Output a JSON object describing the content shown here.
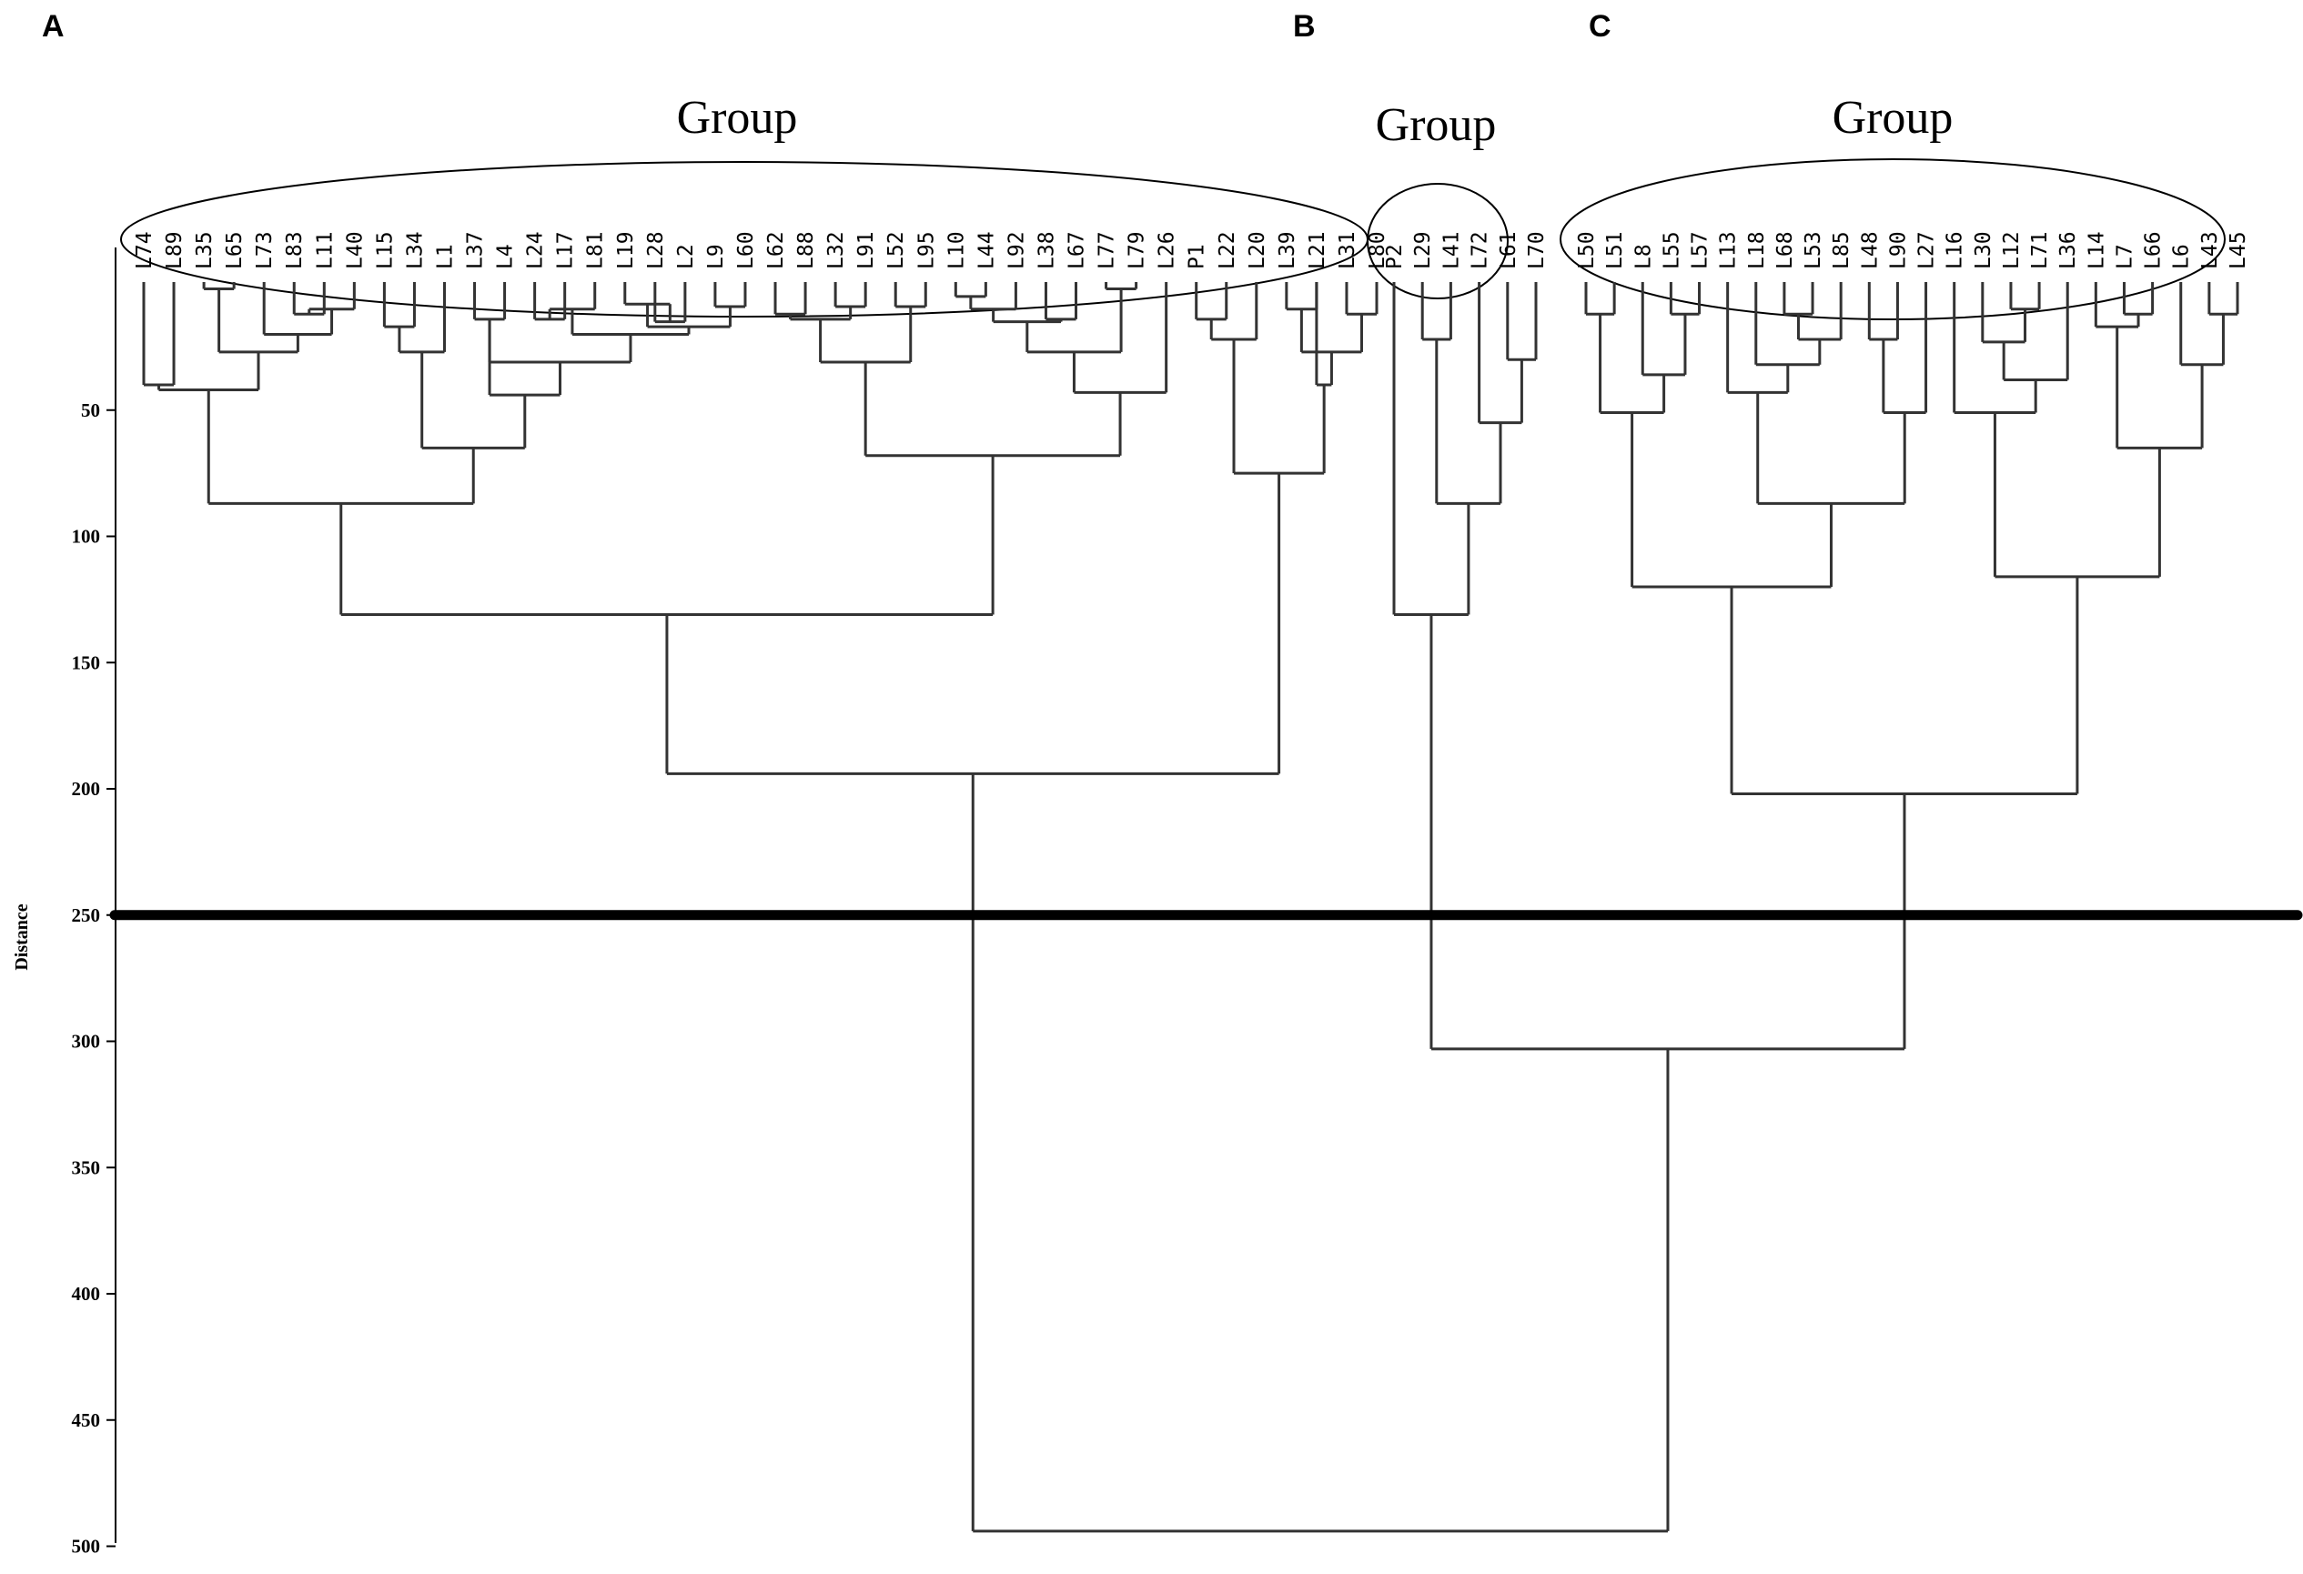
{
  "chart_data": {
    "type": "dendrogram",
    "panel_labels": [
      "A",
      "B",
      "C"
    ],
    "group_label": "Group",
    "ylabel": "Distance",
    "yticks": [
      50,
      100,
      150,
      200,
      250,
      300,
      350,
      400,
      450,
      500
    ],
    "ylim": [
      0,
      500
    ],
    "cutoff": 250,
    "panel_a_leaves": [
      "L74",
      "L89",
      "L35",
      "L65",
      "L73",
      "L83",
      "L11",
      "L40",
      "L15",
      "L34",
      "L1",
      "L37",
      "L4",
      "L24",
      "L17",
      "L81",
      "L19",
      "L28",
      "L2",
      "L9",
      "L60",
      "L62",
      "L88",
      "L32",
      "L91",
      "L52",
      "L95",
      "L10",
      "L44",
      "L92",
      "L38",
      "L67",
      "L77",
      "L79",
      "L26",
      "P1",
      "L22",
      "L20",
      "L39",
      "L21",
      "L31",
      "L80"
    ],
    "panel_b_leaves": [
      "P2",
      "L29",
      "L41",
      "L72",
      "L61",
      "L70"
    ],
    "panel_c_leaves": [
      "L50",
      "L51",
      "L8",
      "L55",
      "L57",
      "L13",
      "L18",
      "L68",
      "L53",
      "L85",
      "L48",
      "L90",
      "L27",
      "L16",
      "L30",
      "L12",
      "L71",
      "L36",
      "L14",
      "L7",
      "L66",
      "L6",
      "L43",
      "L45"
    ],
    "merges": [
      {
        "id": "a1",
        "children": [
          "L74",
          "L89"
        ],
        "distance": 40
      },
      {
        "id": "a2",
        "children": [
          "L35",
          "L65"
        ],
        "distance": 2
      },
      {
        "id": "a3",
        "children": [
          "L83",
          "L11"
        ],
        "distance": 12
      },
      {
        "id": "a4",
        "children": [
          "a3",
          "L40"
        ],
        "distance": 10
      },
      {
        "id": "a5",
        "children": [
          "L73",
          "a4"
        ],
        "distance": 20
      },
      {
        "id": "a6",
        "children": [
          "a2",
          "a5"
        ],
        "distance": 27
      },
      {
        "id": "a7",
        "children": [
          "a1",
          "a6"
        ],
        "distance": 42
      },
      {
        "id": "a8",
        "children": [
          "L15",
          "L34"
        ],
        "distance": 17
      },
      {
        "id": "a9",
        "children": [
          "a8",
          "L1"
        ],
        "distance": 27
      },
      {
        "id": "a10",
        "children": [
          "L37",
          "L4"
        ],
        "distance": 14
      },
      {
        "id": "a11",
        "children": [
          "L24",
          "L17"
        ],
        "distance": 14
      },
      {
        "id": "a12",
        "children": [
          "a11",
          "L81"
        ],
        "distance": 10
      },
      {
        "id": "a13",
        "children": [
          "L28",
          "L2"
        ],
        "distance": 15
      },
      {
        "id": "a14",
        "children": [
          "L19",
          "a13"
        ],
        "distance": 8
      },
      {
        "id": "a15",
        "children": [
          "L9",
          "L60"
        ],
        "distance": 9
      },
      {
        "id": "a16",
        "children": [
          "a14",
          "a15"
        ],
        "distance": 17
      },
      {
        "id": "a17",
        "children": [
          "a12",
          "a16"
        ],
        "distance": 20
      },
      {
        "id": "a18",
        "children": [
          "a17",
          "a10"
        ],
        "distance": 31
      },
      {
        "id": "a19",
        "children": [
          "a10",
          "a18"
        ],
        "distance": 44
      },
      {
        "id": "a20",
        "children": [
          "a9",
          "a19"
        ],
        "distance": 65
      },
      {
        "id": "a21",
        "children": [
          "a7",
          "a20"
        ],
        "distance": 87
      },
      {
        "id": "a22",
        "children": [
          "L62",
          "L88"
        ],
        "distance": 12
      },
      {
        "id": "a23",
        "children": [
          "L32",
          "L91"
        ],
        "distance": 9
      },
      {
        "id": "a24",
        "children": [
          "a22",
          "a23"
        ],
        "distance": 14
      },
      {
        "id": "a25",
        "children": [
          "L52",
          "L95"
        ],
        "distance": 9
      },
      {
        "id": "a26",
        "children": [
          "a24",
          "a25"
        ],
        "distance": 31
      },
      {
        "id": "a27",
        "children": [
          "L10",
          "L44"
        ],
        "distance": 5
      },
      {
        "id": "a28",
        "children": [
          "a27",
          "L92"
        ],
        "distance": 10
      },
      {
        "id": "a29",
        "children": [
          "L38",
          "L67"
        ],
        "distance": 14
      },
      {
        "id": "a30",
        "children": [
          "a28",
          "a29"
        ],
        "distance": 15
      },
      {
        "id": "a31",
        "children": [
          "L77",
          "L79"
        ],
        "distance": 2
      },
      {
        "id": "a32",
        "children": [
          "a30",
          "a31"
        ],
        "distance": 27
      },
      {
        "id": "a33",
        "children": [
          "a32",
          "L26"
        ],
        "distance": 43
      },
      {
        "id": "a34",
        "children": [
          "a26",
          "a33"
        ],
        "distance": 68
      },
      {
        "id": "a35",
        "children": [
          "a21",
          "a34"
        ],
        "distance": 131
      },
      {
        "id": "a36",
        "children": [
          "P1",
          "L22"
        ],
        "distance": 14
      },
      {
        "id": "a37",
        "children": [
          "a36",
          "L20"
        ],
        "distance": 22
      },
      {
        "id": "a38",
        "children": [
          "L39",
          "L21"
        ],
        "distance": 10
      },
      {
        "id": "a39",
        "children": [
          "L31",
          "L80"
        ],
        "distance": 12
      },
      {
        "id": "a40",
        "children": [
          "a38",
          "a39"
        ],
        "distance": 27
      },
      {
        "id": "a41",
        "children": [
          "a40",
          "L21"
        ],
        "distance": 40
      },
      {
        "id": "a42",
        "children": [
          "a37",
          "a41"
        ],
        "distance": 75
      },
      {
        "id": "A",
        "children": [
          "a35",
          "a42"
        ],
        "distance": 194
      },
      {
        "id": "b1",
        "children": [
          "L29",
          "L41"
        ],
        "distance": 22
      },
      {
        "id": "b2",
        "children": [
          "L61",
          "L70"
        ],
        "distance": 30
      },
      {
        "id": "b3",
        "children": [
          "L72",
          "b2"
        ],
        "distance": 55
      },
      {
        "id": "b4",
        "children": [
          "b1",
          "b3"
        ],
        "distance": 87
      },
      {
        "id": "B",
        "children": [
          "P2",
          "b4"
        ],
        "distance": 131
      },
      {
        "id": "c1",
        "children": [
          "L50",
          "L51"
        ],
        "distance": 12
      },
      {
        "id": "c2",
        "children": [
          "L55",
          "L57"
        ],
        "distance": 12
      },
      {
        "id": "c3",
        "children": [
          "L8",
          "c2"
        ],
        "distance": 36
      },
      {
        "id": "c4",
        "children": [
          "c1",
          "c3"
        ],
        "distance": 51
      },
      {
        "id": "c5",
        "children": [
          "L68",
          "L53"
        ],
        "distance": 12
      },
      {
        "id": "c6",
        "children": [
          "c5",
          "L85"
        ],
        "distance": 22
      },
      {
        "id": "c7",
        "children": [
          "L18",
          "c6"
        ],
        "distance": 32
      },
      {
        "id": "c8",
        "children": [
          "L13",
          "c7"
        ],
        "distance": 43
      },
      {
        "id": "c9",
        "children": [
          "L48",
          "L90"
        ],
        "distance": 22
      },
      {
        "id": "c10",
        "children": [
          "c9",
          "L27"
        ],
        "distance": 51
      },
      {
        "id": "c11",
        "children": [
          "c8",
          "c10"
        ],
        "distance": 87
      },
      {
        "id": "c12",
        "children": [
          "c4",
          "c11"
        ],
        "distance": 120
      },
      {
        "id": "c13",
        "children": [
          "L12",
          "L71"
        ],
        "distance": 10
      },
      {
        "id": "c14",
        "children": [
          "L30",
          "c13"
        ],
        "distance": 23
      },
      {
        "id": "c15",
        "children": [
          "c14",
          "L36"
        ],
        "distance": 38
      },
      {
        "id": "c16",
        "children": [
          "L16",
          "c15"
        ],
        "distance": 51
      },
      {
        "id": "c17",
        "children": [
          "L7",
          "L66"
        ],
        "distance": 12
      },
      {
        "id": "c18",
        "children": [
          "L14",
          "c17"
        ],
        "distance": 17
      },
      {
        "id": "c19",
        "children": [
          "L43",
          "L45"
        ],
        "distance": 12
      },
      {
        "id": "c20",
        "children": [
          "L6",
          "c19"
        ],
        "distance": 32
      },
      {
        "id": "c21",
        "children": [
          "c18",
          "c20"
        ],
        "distance": 65
      },
      {
        "id": "c22",
        "children": [
          "c16",
          "c21"
        ],
        "distance": 116
      },
      {
        "id": "C",
        "children": [
          "c12",
          "c22"
        ],
        "distance": 202
      },
      {
        "id": "BC",
        "children": [
          "B",
          "C"
        ],
        "distance": 303
      },
      {
        "id": "root",
        "children": [
          "A",
          "BC"
        ],
        "distance": 494
      }
    ]
  }
}
